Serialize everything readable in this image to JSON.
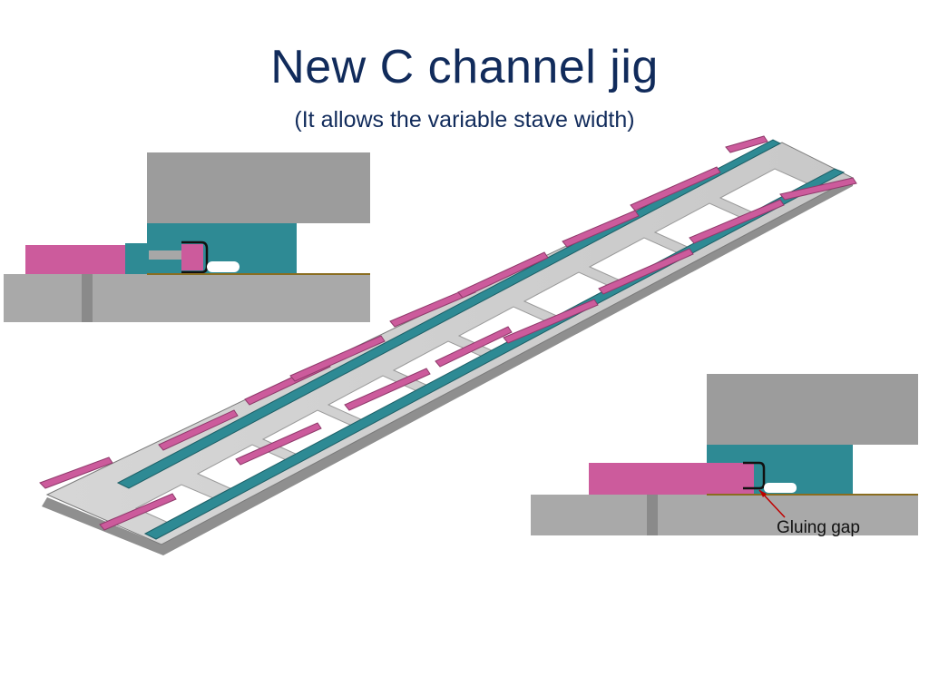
{
  "slide": {
    "title": "New C channel jig",
    "subtitle": "(It allows the variable stave width)"
  },
  "annotation": {
    "label": "Gluing gap"
  },
  "colors": {
    "title": "#112b5b",
    "magenta_part": "#cc5b9c",
    "teal_part": "#2e8a94",
    "base_plate": "#c9c9c9"
  }
}
